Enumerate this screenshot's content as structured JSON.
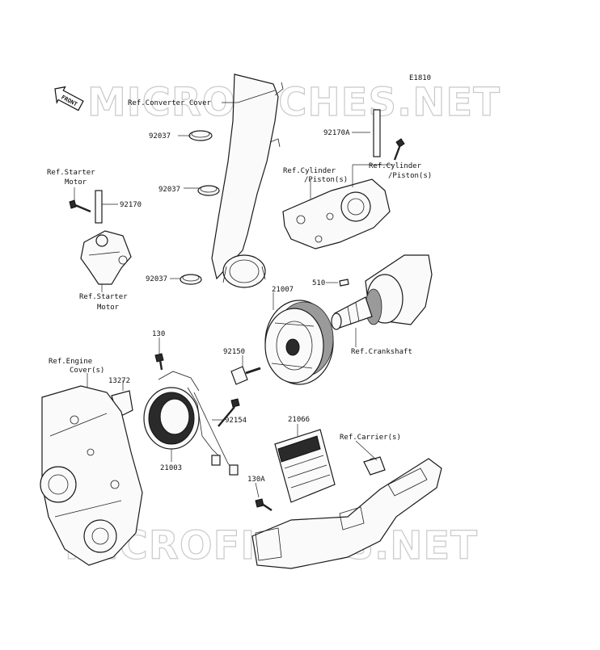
{
  "diagram": {
    "code": "E1810",
    "watermark_top": "MICROFICHES.NET",
    "watermark_bottom": "MICROFICHES.NET",
    "front_label": "FRONT",
    "labels": {
      "ref_converter_cover": "Ref.Converter Cover",
      "p92037_a": "92037",
      "p92037_b": "92037",
      "p92037_c": "92037",
      "p92170A": "92170A",
      "ref_cylinder_a_1": "Ref.Cylinder",
      "ref_cylinder_a_2": "/Piston(s)",
      "ref_cylinder_b_1": "Ref.Cylinder",
      "ref_cylinder_b_2": "/Piston(s)",
      "ref_starter_motor_a_1": "Ref.Starter",
      "ref_starter_motor_a_2": "Motor",
      "p92170": "92170",
      "ref_starter_motor_b_1": "Ref.Starter",
      "ref_starter_motor_b_2": "Motor",
      "p21007": "21007",
      "p510": "510",
      "ref_crankshaft": "Ref.Crankshaft",
      "p130": "130",
      "ref_engine_cover_1": "Ref.Engine",
      "ref_engine_cover_2": "Cover(s)",
      "p92150": "92150",
      "p13272": "13272",
      "p92154": "92154",
      "p21003": "21003",
      "p21066": "21066",
      "ref_carrier": "Ref.Carrier(s)",
      "p130A": "130A"
    }
  }
}
